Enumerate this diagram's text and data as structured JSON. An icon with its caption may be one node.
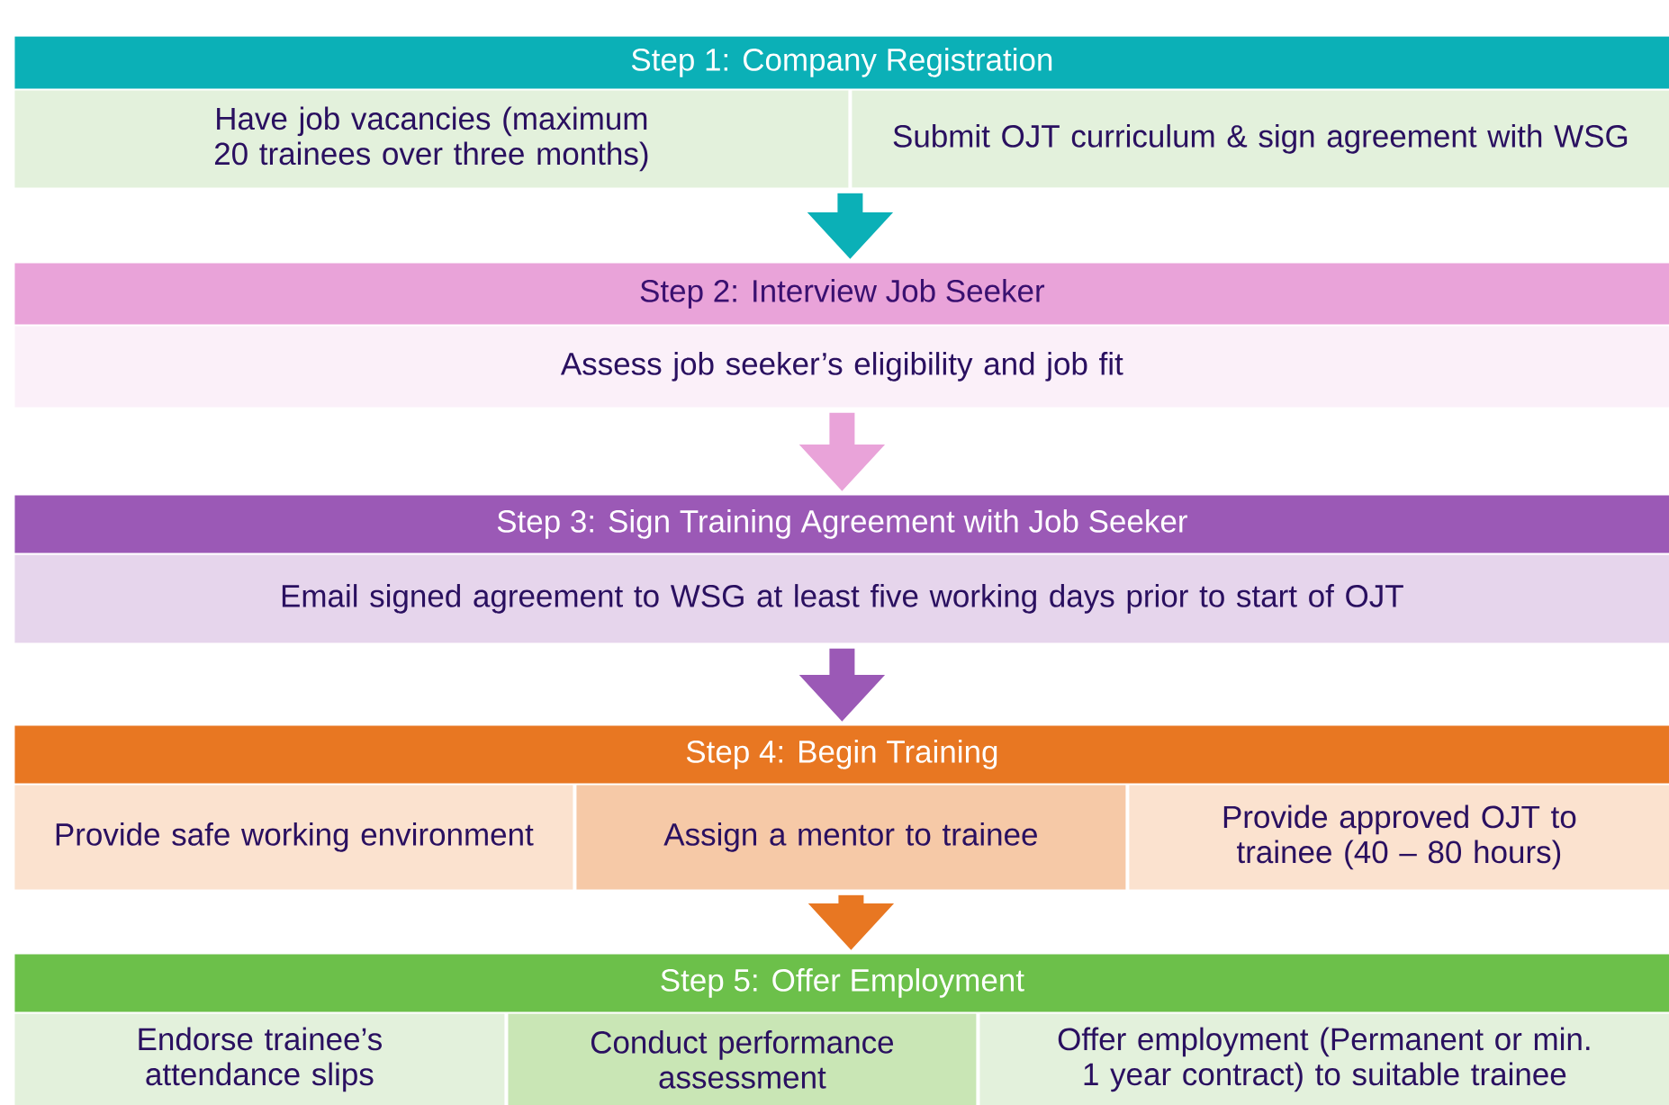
{
  "diagram": {
    "nodes": [
      {
        "text": [
          "Step 1: Company Registration"
        ]
      },
      {
        "text": [
          "Have job vacancies (maximum 20 trainees over three months)"
        ]
      },
      {
        "text": [
          "Submit OJT curriculum & sign agreement with WSG"
        ]
      },
      {
        "text": [
          "Step 2: Interview Job Seeker"
        ]
      },
      {
        "text": [
          "Assess job seeker’s eligibility and job fit"
        ]
      },
      {
        "text": [
          "Step 3: Sign Training Agreement with Job Seeker"
        ]
      },
      {
        "text": [
          "Email signed agreement to WSG at least five working days prior to start of OJT"
        ]
      },
      {
        "text": [
          "Step 4: Begin Training"
        ]
      },
      {
        "text": [
          "Provide safe working environment"
        ]
      },
      {
        "text": [
          "Assign a mentor to trainee"
        ]
      },
      {
        "text": [
          "Provide approved OJT to trainee (40 – 80 hours)"
        ]
      },
      {
        "text": [
          "Step 5: Offer Employment"
        ]
      },
      {
        "text": [
          "Endorse trainee’s attendance slips"
        ]
      },
      {
        "text": [
          "Conduct performance assessment"
        ]
      },
      {
        "text": [
          "Offer employment (Permanent or min. 1 year contract)  to suitable trainee"
        ]
      }
    ],
    "edges": [
      {
        "from": 1,
        "to": 3,
        "arrow": "to",
        "color": "#0bb0b7"
      },
      {
        "from": 2,
        "to": 3,
        "arrow": "to",
        "color": "#0bb0b7"
      },
      {
        "from": 4,
        "to": 5,
        "arrow": "to",
        "color": "#e9a3d9"
      },
      {
        "from": 6,
        "to": 7,
        "arrow": "to",
        "color": "#9b59b6"
      },
      {
        "from": 9,
        "to": 11,
        "arrow": "to",
        "color": "#e87722"
      }
    ]
  }
}
